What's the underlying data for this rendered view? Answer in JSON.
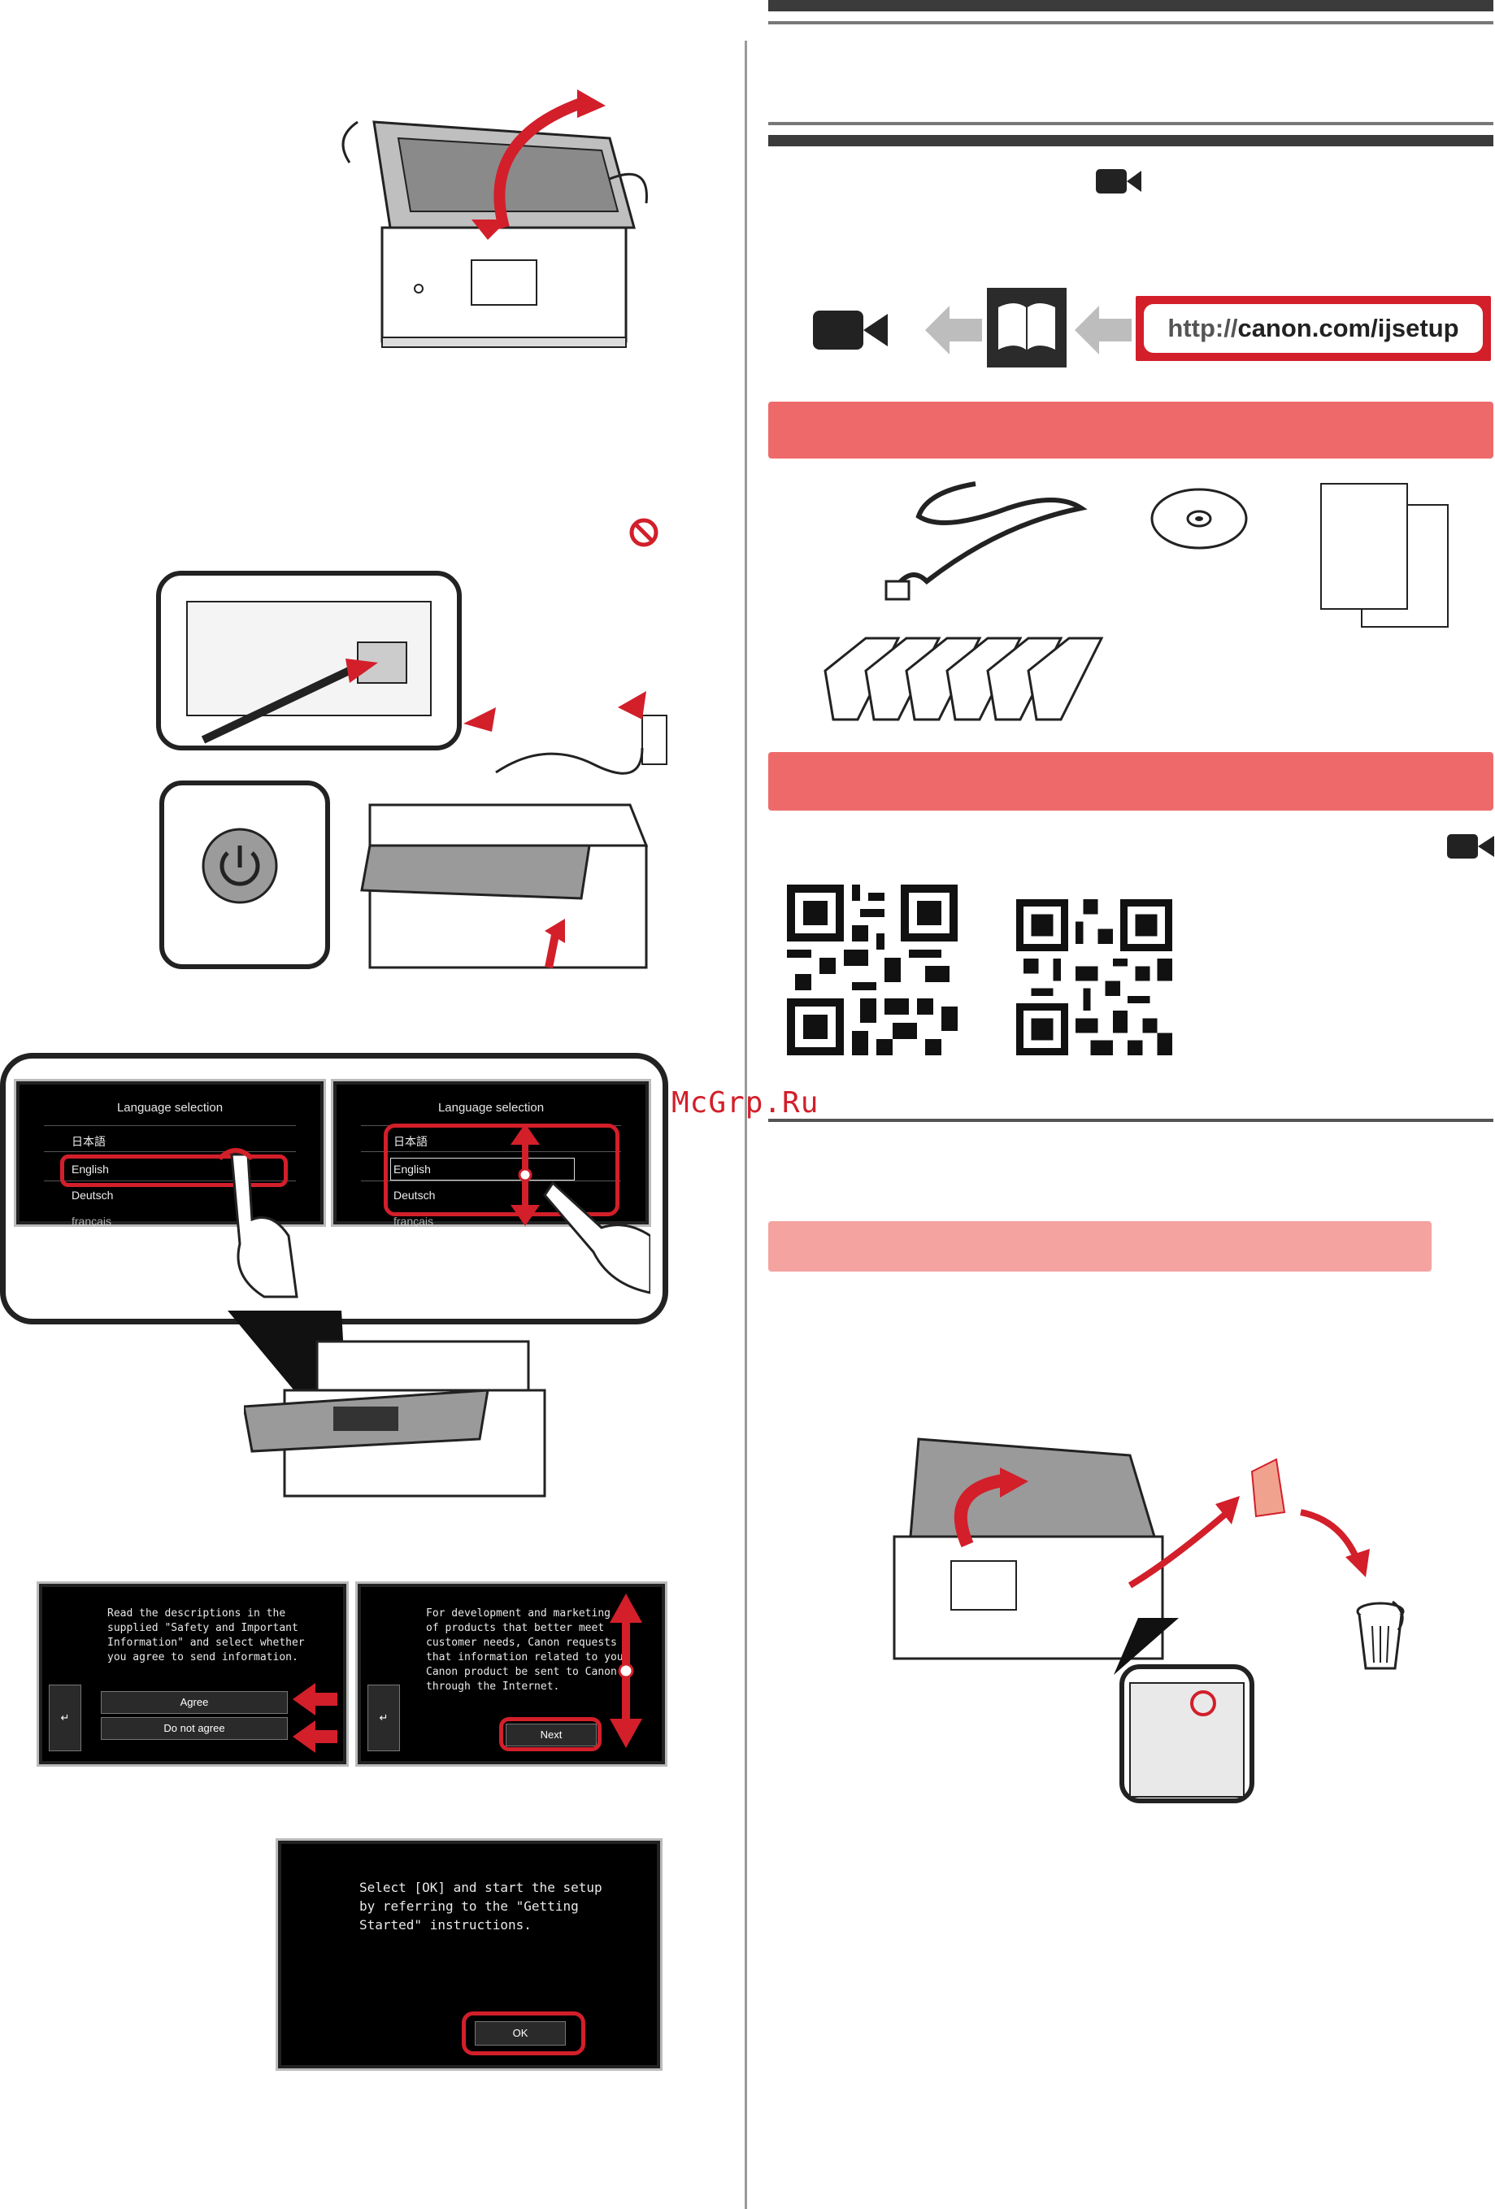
{
  "watermark": "McGrp.Ru",
  "setup_url": {
    "prefix": "http://",
    "host": "canon.com/ijsetup"
  },
  "language_screen_1": {
    "title": "Language selection",
    "items": [
      "日本語",
      "English",
      "Deutsch",
      "français"
    ]
  },
  "language_screen_2": {
    "title": "Language selection",
    "items": [
      "日本語",
      "English",
      "Deutsch",
      "français"
    ]
  },
  "agree_screen": {
    "message": "Read the descriptions in the\nsupplied \"Safety and Important\nInformation\" and select whether\nyou agree to send information.",
    "agree_label": "Agree",
    "disagree_label": "Do not agree",
    "back_icon": "↵"
  },
  "marketing_screen": {
    "message": "For development and marketing\nof products that better meet\ncustomer needs, Canon requests\nthat information related to your\nCanon product be sent to Canon\nthrough the Internet.",
    "next_label": "Next",
    "back_icon": "↵"
  },
  "ok_screen": {
    "message": "Select [OK] and start the setup\nby referring to the \"Getting\nStarted\" instructions.",
    "ok_label": "OK"
  },
  "colors": {
    "accent_red": "#d21f2a",
    "band_red": "#ee6a6a",
    "band_pink": "#f4a3a0"
  },
  "icons": [
    "video-camera-icon",
    "manual-book-icon",
    "prohibited-icon",
    "power-icon",
    "cd-rom-icon",
    "trash-can-icon",
    "qr-code"
  ]
}
